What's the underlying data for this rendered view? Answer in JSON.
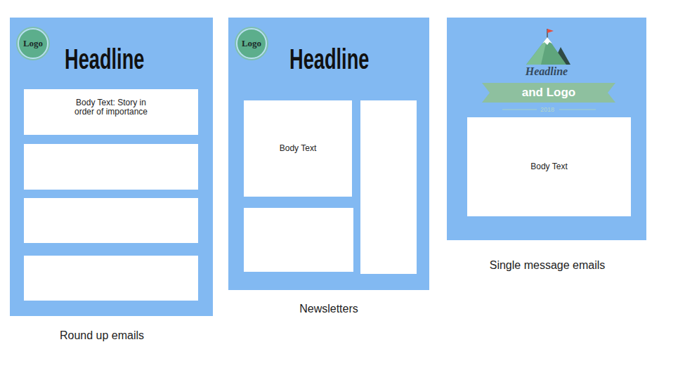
{
  "diagram": {
    "nodes": [
      {
        "text": [
          "Headline"
        ]
      },
      {
        "text": [
          "Logo"
        ],
        "in": 0
      },
      {
        "text": [
          "Body Text: Story in order of importance"
        ],
        "in": 0
      },
      {
        "text": [
          "Headline"
        ]
      },
      {
        "text": [
          "Logo"
        ],
        "in": 3
      },
      {
        "text": [
          "Body Text"
        ],
        "in": 3
      },
      {
        "text": [
          "Headline"
        ]
      },
      {
        "text": [
          "and Logo"
        ],
        "in": 6
      },
      {
        "text": [
          "Body Text"
        ],
        "in": 6
      }
    ],
    "labels": [
      "2018",
      "Round up emails",
      "Newsletters",
      "Single message emails"
    ]
  }
}
